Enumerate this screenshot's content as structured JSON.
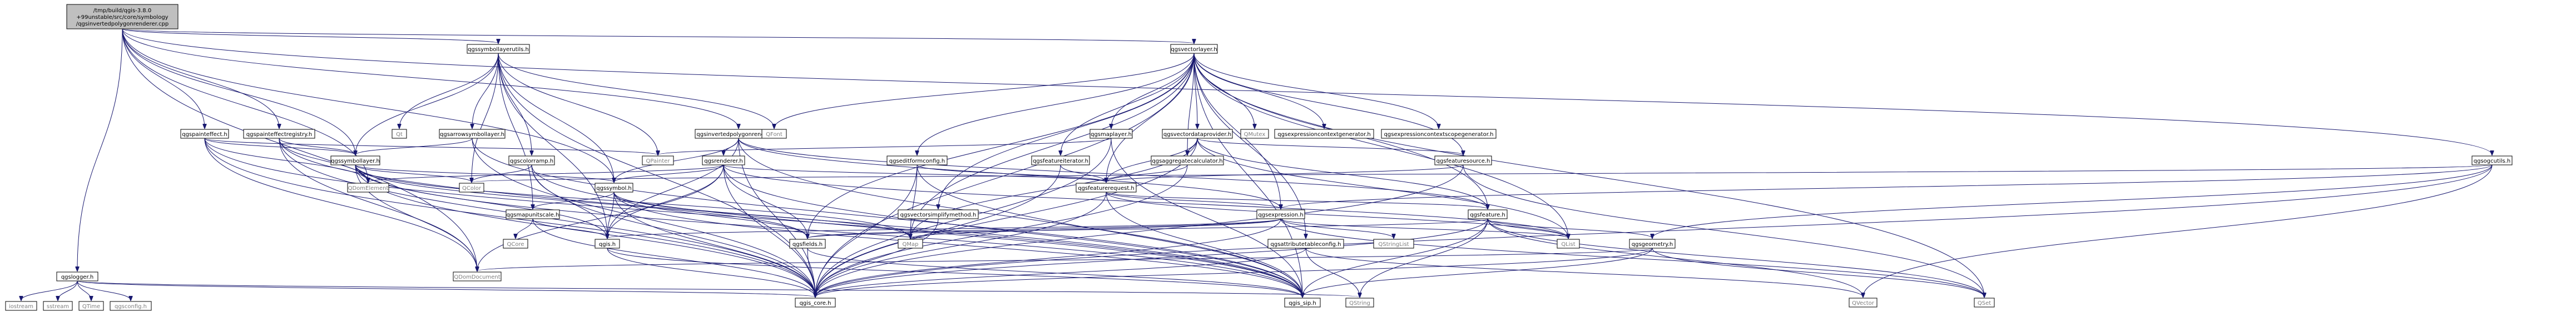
{
  "diagram": {
    "colors": {
      "edge": "#191970",
      "root_fill": "#bfbfbf",
      "normal_fill": "#ffffff",
      "normal_border": "#000000",
      "link_text": "#000000",
      "red_border": "#ff0000",
      "gray_border": "#bfbfbf",
      "gray_text": "#7f7f7f"
    },
    "nodes": [
      {
        "id": "root",
        "lines": [
          "/tmp/build/qgis-3.8.0",
          "+99unstable/src/core/symbology",
          "/qgsinvertedpolygonrenderer.cpp"
        ],
        "style": "root"
      },
      {
        "id": "qgslogger",
        "lines": [
          "qgslogger.h"
        ],
        "style": "normal"
      },
      {
        "id": "qgspainteffect",
        "lines": [
          "qgspainteffect.h"
        ],
        "style": "normal"
      },
      {
        "id": "qgspainteffectregistry",
        "lines": [
          "qgspainteffectregistry.h"
        ],
        "style": "normal"
      },
      {
        "id": "qgssymbollayerutils",
        "lines": [
          "qgssymbollayerutils.h"
        ],
        "style": "normal"
      },
      {
        "id": "qgsinvertedpolygonrenderer",
        "lines": [
          "qgsinvertedpolygonrenderer.h"
        ],
        "style": "normal"
      },
      {
        "id": "qgsvectorlayer",
        "lines": [
          "qgsvectorlayer.h"
        ],
        "style": "normal"
      },
      {
        "id": "qgsogcutils",
        "lines": [
          "qgsogcutils.h"
        ],
        "style": "red"
      },
      {
        "id": "iostream",
        "lines": [
          "iostream"
        ],
        "style": "gray"
      },
      {
        "id": "sstream",
        "lines": [
          "sstream"
        ],
        "style": "gray"
      },
      {
        "id": "QTime",
        "lines": [
          "QTime"
        ],
        "style": "gray"
      },
      {
        "id": "qgsconfig",
        "lines": [
          "qgsconfig.h"
        ],
        "style": "gray"
      },
      {
        "id": "qgssymbollayer",
        "lines": [
          "qgssymbollayer.h"
        ],
        "style": "red"
      },
      {
        "id": "qgsarrowsymbollayer",
        "lines": [
          "qgsarrowsymbollayer.h"
        ],
        "style": "normal"
      },
      {
        "id": "Qt",
        "lines": [
          "Qt"
        ],
        "style": "gray"
      },
      {
        "id": "qgscolorramp",
        "lines": [
          "qgscolorramp.h"
        ],
        "style": "red"
      },
      {
        "id": "QPainter",
        "lines": [
          "QPainter"
        ],
        "style": "gray"
      },
      {
        "id": "QFont",
        "lines": [
          "QFont"
        ],
        "style": "gray"
      },
      {
        "id": "qgsrenderer",
        "lines": [
          "qgsrenderer.h"
        ],
        "style": "red"
      },
      {
        "id": "qgsmaplayer",
        "lines": [
          "qgsmaplayer.h"
        ],
        "style": "red"
      },
      {
        "id": "qgseditformconfig",
        "lines": [
          "qgseditformconfig.h"
        ],
        "style": "red"
      },
      {
        "id": "qgsfeatureiterator",
        "lines": [
          "qgsfeatureiterator.h"
        ],
        "style": "red"
      },
      {
        "id": "qgsvectordataprovider",
        "lines": [
          "qgsvectordataprovider.h"
        ],
        "style": "red"
      },
      {
        "id": "QMutex",
        "lines": [
          "QMutex"
        ],
        "style": "gray"
      },
      {
        "id": "qgsexpressioncontextgenerator",
        "lines": [
          "qgsexpressioncontextgenerator.h"
        ],
        "style": "red"
      },
      {
        "id": "qgsexpressioncontextscopegenerator",
        "lines": [
          "qgsexpressioncontextscopegenerator.h"
        ],
        "style": "red"
      },
      {
        "id": "qgsaggregatecalculator",
        "lines": [
          "qgsaggregatecalculator.h"
        ],
        "style": "red"
      },
      {
        "id": "qgsfeaturesource",
        "lines": [
          "qgsfeaturesource.h"
        ],
        "style": "normal"
      },
      {
        "id": "qgssymbol",
        "lines": [
          "qgssymbol.h"
        ],
        "style": "red"
      },
      {
        "id": "QDomElement",
        "lines": [
          "QDomElement"
        ],
        "style": "gray"
      },
      {
        "id": "QColor",
        "lines": [
          "QColor"
        ],
        "style": "gray"
      },
      {
        "id": "qgsmapunitscale",
        "lines": [
          "qgsmapunitscale.h"
        ],
        "style": "normal"
      },
      {
        "id": "qgsvectorsimplifymethod",
        "lines": [
          "qgsvectorsimplifymethod.h"
        ],
        "style": "red"
      },
      {
        "id": "qgsfeaturerequest",
        "lines": [
          "qgsfeaturerequest.h"
        ],
        "style": "red"
      },
      {
        "id": "qgsexpression",
        "lines": [
          "qgsexpression.h"
        ],
        "style": "red"
      },
      {
        "id": "qgsfeature",
        "lines": [
          "qgsfeature.h"
        ],
        "style": "red"
      },
      {
        "id": "QCore",
        "lines": [
          "QCore"
        ],
        "style": "gray"
      },
      {
        "id": "qgsattributetableconfig",
        "lines": [
          "qgsattributetableconfig.h"
        ],
        "style": "red"
      },
      {
        "id": "qgsfields",
        "lines": [
          "qgsfields.h"
        ],
        "style": "red"
      },
      {
        "id": "qgs",
        "lines": [
          "qgis.h"
        ],
        "style": "red"
      },
      {
        "id": "QMap",
        "lines": [
          "QMap"
        ],
        "style": "gray"
      },
      {
        "id": "QStringList",
        "lines": [
          "QStringList"
        ],
        "style": "gray"
      },
      {
        "id": "QList",
        "lines": [
          "QList"
        ],
        "style": "gray"
      },
      {
        "id": "qgsgeometry",
        "lines": [
          "qgsgeometry.h"
        ],
        "style": "red"
      },
      {
        "id": "QDomDocument",
        "lines": [
          "QDomDocument"
        ],
        "style": "gray"
      },
      {
        "id": "qgis_core",
        "lines": [
          "qgis_core.h"
        ],
        "style": "normal"
      },
      {
        "id": "qgis_sip",
        "lines": [
          "qgis_sip.h"
        ],
        "style": "normal"
      },
      {
        "id": "QString",
        "lines": [
          "QString"
        ],
        "style": "gray"
      },
      {
        "id": "QVector",
        "lines": [
          "QVector"
        ],
        "style": "gray"
      },
      {
        "id": "QSet",
        "lines": [
          "QSet"
        ],
        "style": "gray"
      }
    ],
    "edges": [
      [
        "root",
        "qgslogger"
      ],
      [
        "root",
        "qgspainteffect"
      ],
      [
        "root",
        "qgspainteffectregistry"
      ],
      [
        "root",
        "qgssymbollayerutils"
      ],
      [
        "root",
        "qgsinvertedpolygonrenderer"
      ],
      [
        "root",
        "qgsvectorlayer"
      ],
      [
        "root",
        "qgsogcutils"
      ],
      [
        "root",
        "qgssymbollayer"
      ],
      [
        "root",
        "qgssymbol"
      ],
      [
        "root",
        "QDomElement"
      ],
      [
        "root",
        "QDomDocument"
      ],
      [
        "qgslogger",
        "iostream"
      ],
      [
        "qgslogger",
        "sstream"
      ],
      [
        "qgslogger",
        "QTime"
      ],
      [
        "qgslogger",
        "qgsconfig"
      ],
      [
        "qgslogger",
        "qgis_core"
      ],
      [
        "qgslogger",
        "QString"
      ],
      [
        "qgspainteffect",
        "qgssymbollayer"
      ],
      [
        "qgspainteffect",
        "QPainter"
      ],
      [
        "qgspainteffect",
        "QDomElement"
      ],
      [
        "qgspainteffect",
        "QDomDocument"
      ],
      [
        "qgspainteffect",
        "qgis_core"
      ],
      [
        "qgspainteffect",
        "qgis_sip"
      ],
      [
        "qgspainteffectregistry",
        "qgssymbollayer"
      ],
      [
        "qgspainteffectregistry",
        "QDomElement"
      ],
      [
        "qgspainteffectregistry",
        "QDomDocument"
      ],
      [
        "qgspainteffectregistry",
        "qgis_core"
      ],
      [
        "qgspainteffectregistry",
        "qgis_sip"
      ],
      [
        "qgssymbollayerutils",
        "qgsarrowsymbollayer"
      ],
      [
        "qgssymbollayerutils",
        "Qt"
      ],
      [
        "qgssymbollayerutils",
        "qgscolorramp"
      ],
      [
        "qgssymbollayerutils",
        "QPainter"
      ],
      [
        "qgssymbollayerutils",
        "QFont"
      ],
      [
        "qgssymbollayerutils",
        "qgssymbol"
      ],
      [
        "qgssymbollayerutils",
        "qgssymbollayer"
      ],
      [
        "qgssymbollayerutils",
        "qgsmapunitscale"
      ],
      [
        "qgssymbollayerutils",
        "QColor"
      ],
      [
        "qgssymbollayerutils",
        "qgis_core"
      ],
      [
        "qgssymbollayerutils",
        "qgs"
      ],
      [
        "qgsinvertedpolygonrenderer",
        "qgsrenderer"
      ],
      [
        "qgsinvertedpolygonrenderer",
        "qgssymbol"
      ],
      [
        "qgsinvertedpolygonrenderer",
        "qgsexpression"
      ],
      [
        "qgsinvertedpolygonrenderer",
        "qgsfeature"
      ],
      [
        "qgsinvertedpolygonrenderer",
        "qgis_core"
      ],
      [
        "qgsinvertedpolygonrenderer",
        "qgis_sip"
      ],
      [
        "qgsinvertedpolygonrenderer",
        "qgs"
      ],
      [
        "qgsvectorlayer",
        "QFont"
      ],
      [
        "qgsvectorlayer",
        "qgsmaplayer"
      ],
      [
        "qgsvectorlayer",
        "qgseditformconfig"
      ],
      [
        "qgsvectorlayer",
        "qgsfeatureiterator"
      ],
      [
        "qgsvectorlayer",
        "qgsvectordataprovider"
      ],
      [
        "qgsvectorlayer",
        "QMutex"
      ],
      [
        "qgsvectorlayer",
        "qgsexpressioncontextgenerator"
      ],
      [
        "qgsvectorlayer",
        "qgsexpressioncontextscopegenerator"
      ],
      [
        "qgsvectorlayer",
        "qgsaggregatecalculator"
      ],
      [
        "qgsvectorlayer",
        "qgsfeaturesource"
      ],
      [
        "qgsvectorlayer",
        "qgsvectorsimplifymethod"
      ],
      [
        "qgsvectorlayer",
        "qgsfeaturerequest"
      ],
      [
        "qgsvectorlayer",
        "qgsfeature"
      ],
      [
        "qgsvectorlayer",
        "qgsfields"
      ],
      [
        "qgsvectorlayer",
        "QMap"
      ],
      [
        "qgsvectorlayer",
        "QList"
      ],
      [
        "qgsvectorlayer",
        "qgsattributetableconfig"
      ],
      [
        "qgsvectorlayer",
        "QSet"
      ],
      [
        "qgsvectorlayer",
        "qgis_core"
      ],
      [
        "qgsvectorlayer",
        "qgis_sip"
      ],
      [
        "qgsvectorlayer",
        "qgsexpression"
      ],
      [
        "qgsogcutils",
        "qgsgeometry"
      ],
      [
        "qgsogcutils",
        "qgsexpression"
      ],
      [
        "qgsogcutils",
        "QColor"
      ],
      [
        "qgsogcutils",
        "qgis_core"
      ],
      [
        "qgsogcutils",
        "QVector"
      ],
      [
        "qgssymbollayer",
        "QDomElement"
      ],
      [
        "qgssymbollayer",
        "QColor"
      ],
      [
        "qgssymbollayer",
        "QMap"
      ],
      [
        "qgssymbollayer",
        "qgssymbol"
      ],
      [
        "qgssymbollayer",
        "qgsfields"
      ],
      [
        "qgssymbollayer",
        "qgis_core"
      ],
      [
        "qgssymbollayer",
        "qgis_sip"
      ],
      [
        "qgssymbollayer",
        "QDomDocument"
      ],
      [
        "qgssymbollayer",
        "qgs"
      ],
      [
        "qgsarrowsymbollayer",
        "qgssymbollayer"
      ],
      [
        "qgsarrowsymbollayer",
        "qgis_core"
      ],
      [
        "qgsarrowsymbollayer",
        "qgis_sip"
      ],
      [
        "qgscolorramp",
        "QColor"
      ],
      [
        "qgscolorramp",
        "qgis_core"
      ],
      [
        "qgscolorramp",
        "qgis_sip"
      ],
      [
        "qgscolorramp",
        "qgs"
      ],
      [
        "qgsrenderer",
        "qgssymbol"
      ],
      [
        "qgsrenderer",
        "QDomElement"
      ],
      [
        "qgsrenderer",
        "qgsfields"
      ],
      [
        "qgsrenderer",
        "qgsfeaturerequest"
      ],
      [
        "qgsrenderer",
        "qgis_core"
      ],
      [
        "qgsrenderer",
        "qgis_sip"
      ],
      [
        "qgsrenderer",
        "qgs"
      ],
      [
        "qgsrenderer",
        "QList"
      ],
      [
        "qgsrenderer",
        "QDomDocument"
      ],
      [
        "qgsmaplayer",
        "QPainter"
      ],
      [
        "qgsmaplayer",
        "qgis_core"
      ],
      [
        "qgsmaplayer",
        "qgis_sip"
      ],
      [
        "qgseditformconfig",
        "QMap"
      ],
      [
        "qgseditformconfig",
        "qgsfeaturerequest"
      ],
      [
        "qgseditformconfig",
        "qgis_core"
      ],
      [
        "qgseditformconfig",
        "qgis_sip"
      ],
      [
        "qgsfeatureiterator",
        "qgsfeaturerequest"
      ],
      [
        "qgsfeatureiterator",
        "qgis_core"
      ],
      [
        "qgsvectordataprovider",
        "qgsfeaturerequest"
      ],
      [
        "qgsvectordataprovider",
        "qgsaggregatecalculator"
      ],
      [
        "qgsvectordataprovider",
        "qgsfeature"
      ],
      [
        "qgsvectordataprovider",
        "qgsfeaturesource"
      ],
      [
        "qgsvectordataprovider",
        "QMap"
      ],
      [
        "qgsvectordataprovider",
        "qgis_core"
      ],
      [
        "qgsvectordataprovider",
        "QList"
      ],
      [
        "qgsaggregatecalculator",
        "qgsfeaturerequest"
      ],
      [
        "qgsaggregatecalculator",
        "qgis_core"
      ],
      [
        "qgsfeaturesource",
        "qgsfeaturerequest"
      ],
      [
        "qgsfeaturesource",
        "qgis_core"
      ],
      [
        "qgsfeaturesource",
        "QSet"
      ],
      [
        "qgssymbol",
        "qgsmapunitscale"
      ],
      [
        "qgssymbol",
        "qgsfields"
      ],
      [
        "qgssymbol",
        "QMap"
      ],
      [
        "qgssymbol",
        "qgis_core"
      ],
      [
        "qgssymbol",
        "qgis_sip"
      ],
      [
        "qgssymbol",
        "qgs"
      ],
      [
        "qgsmapunitscale",
        "QCore"
      ],
      [
        "qgsmapunitscale",
        "qgis_core"
      ],
      [
        "qgsmapunitscale",
        "qgs"
      ],
      [
        "qgsvectorsimplifymethod",
        "qgis_core"
      ],
      [
        "qgsfeaturerequest",
        "qgsexpression"
      ],
      [
        "qgsfeaturerequest",
        "qgsfeature"
      ],
      [
        "qgsfeaturerequest",
        "QList"
      ],
      [
        "qgsfeaturerequest",
        "qgis_core"
      ],
      [
        "qgsfeaturerequest",
        "qgis_sip"
      ],
      [
        "qgsexpression",
        "QStringList"
      ],
      [
        "qgsexpression",
        "QList"
      ],
      [
        "qgsexpression",
        "QMap"
      ],
      [
        "qgsexpression",
        "qgsfields"
      ],
      [
        "qgsexpression",
        "qgis_core"
      ],
      [
        "qgsexpression",
        "qgs"
      ],
      [
        "qgsexpression",
        "QSet"
      ],
      [
        "qgsfeature",
        "qgsfields"
      ],
      [
        "qgsfeature",
        "QList"
      ],
      [
        "qgsfeature",
        "qgsgeometry"
      ],
      [
        "qgsfeature",
        "qgis_core"
      ],
      [
        "qgsfeature",
        "qgis_sip"
      ],
      [
        "qgsfeature",
        "QVector"
      ],
      [
        "qgsfeature",
        "QSet"
      ],
      [
        "qgsfeature",
        "QString"
      ],
      [
        "qgsattributetableconfig",
        "qgis_core"
      ],
      [
        "qgsattributetableconfig",
        "QString"
      ],
      [
        "qgsattributetableconfig",
        "QVector"
      ],
      [
        "qgsfields",
        "qgis_core"
      ],
      [
        "qgsfields",
        "qgis_sip"
      ],
      [
        "qgs",
        "qgis_core"
      ],
      [
        "qgs",
        "qgis_sip"
      ],
      [
        "qgsgeometry",
        "qgis_core"
      ],
      [
        "qgsgeometry",
        "qgis_sip"
      ],
      [
        "qgsgeometry",
        "QDomDocument"
      ],
      [
        "qgsgeometry",
        "QSet"
      ]
    ]
  }
}
